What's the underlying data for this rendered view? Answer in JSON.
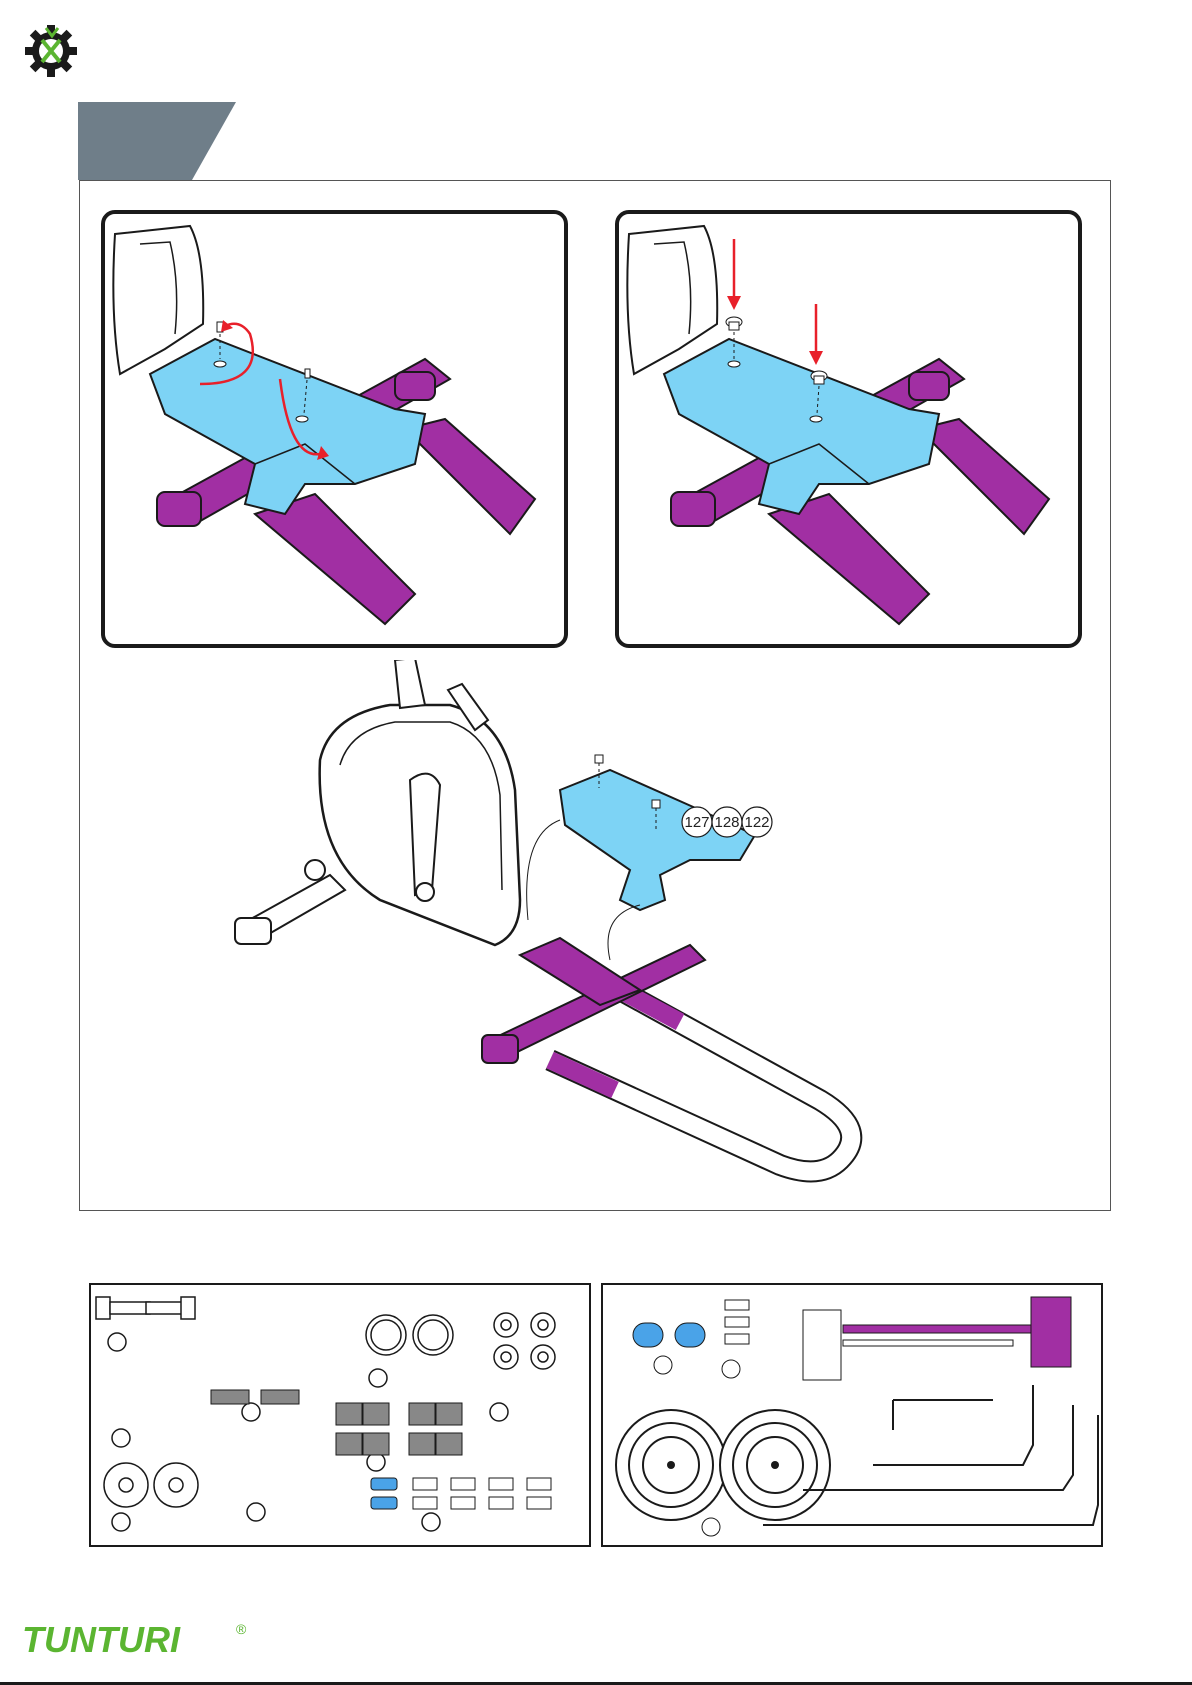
{
  "diagram": {
    "part_labels": [
      "127",
      "128",
      "122"
    ]
  },
  "brand": {
    "name": "TUNTURI",
    "mark": "®"
  },
  "colors": {
    "cyan_cover": "#7dd3f5",
    "purple_frame": "#a12fa3",
    "arrow_red": "#e8202a",
    "tab_gray": "#6f7e89",
    "brand_green": "#5bb531",
    "cap_blue": "#4aa3e8"
  }
}
